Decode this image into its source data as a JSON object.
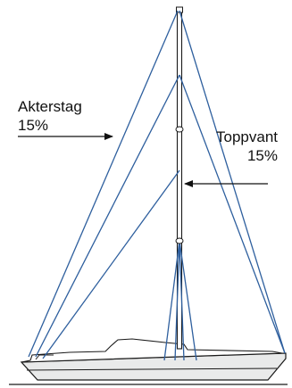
{
  "labels": {
    "backstay": {
      "name": "Akterstag",
      "percent": "15%"
    },
    "cap_shroud": {
      "name": "Toppvant",
      "percent": "15%"
    }
  },
  "colors": {
    "rigging": "#2e5f9e",
    "hull_fill": "#e9eaea",
    "outline": "#1a1a1a",
    "background": "#ffffff"
  }
}
